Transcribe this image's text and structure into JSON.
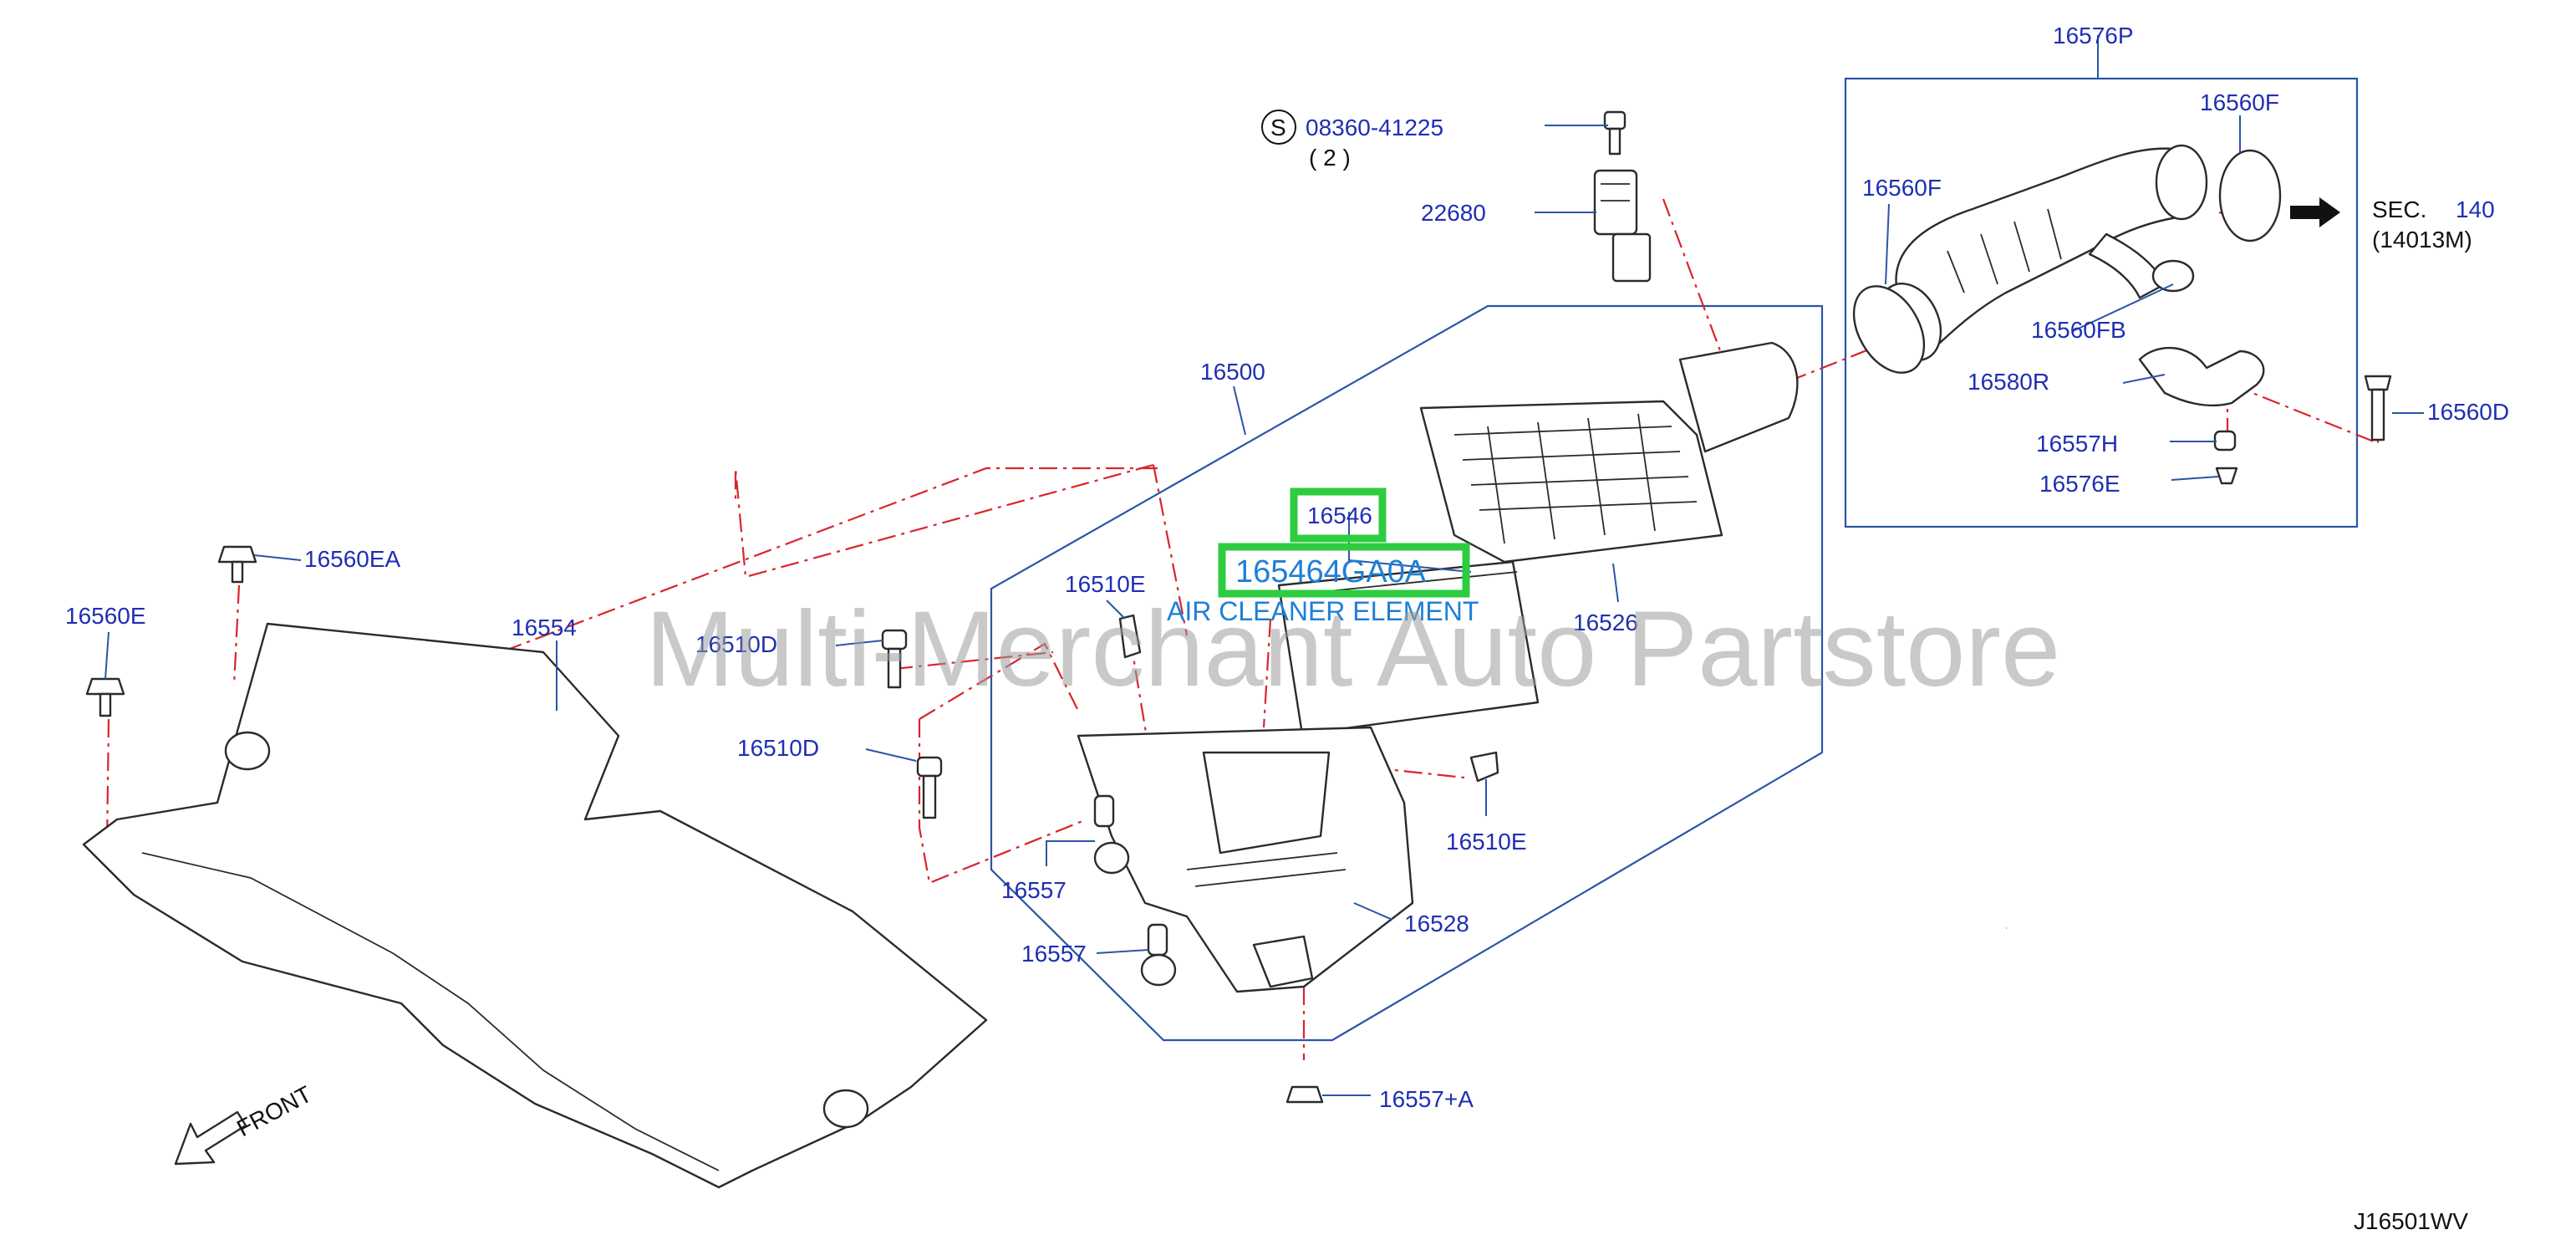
{
  "watermark": "Multi-Merchant Auto Partstore",
  "diagram_code": "J16501WV",
  "direction": {
    "label": "FRONT",
    "icon": "arrow-outline-icon"
  },
  "section_ref": {
    "prefix": "SEC.",
    "number": "140",
    "sub": "(14013M)"
  },
  "bolt_ref": {
    "symbol": "S",
    "code": "08360-41225",
    "qty": "( 2 )"
  },
  "highlight": {
    "part_number": "16546",
    "oem_number": "165464GA0A",
    "description": "AIR CLEANER ELEMENT",
    "color": "#2ecc40"
  },
  "labels": {
    "p16576P": "16576P",
    "p16560F_a": "16560F",
    "p16560F_b": "16560F",
    "p16560FB": "16560FB",
    "p16580R": "16580R",
    "p16560D_r": "16560D",
    "p16557H": "16557H",
    "p16576E": "16576E",
    "p22680": "22680",
    "p16500": "16500",
    "p16526": "16526",
    "p16510E_a": "16510E",
    "p16510E_b": "16510E",
    "p16510D_a": "16510D",
    "p16510D_b": "16510D",
    "p16560EA": "16560EA",
    "p16560E": "16560E",
    "p16554": "16554",
    "p16557_a": "16557",
    "p16557_b": "16557",
    "p16528": "16528",
    "p16557A": "16557+A"
  },
  "colors": {
    "label": "#1f2fb3",
    "leader": "#2a55a8",
    "dash": "#d8262c",
    "highlight": "#2ecc40"
  }
}
